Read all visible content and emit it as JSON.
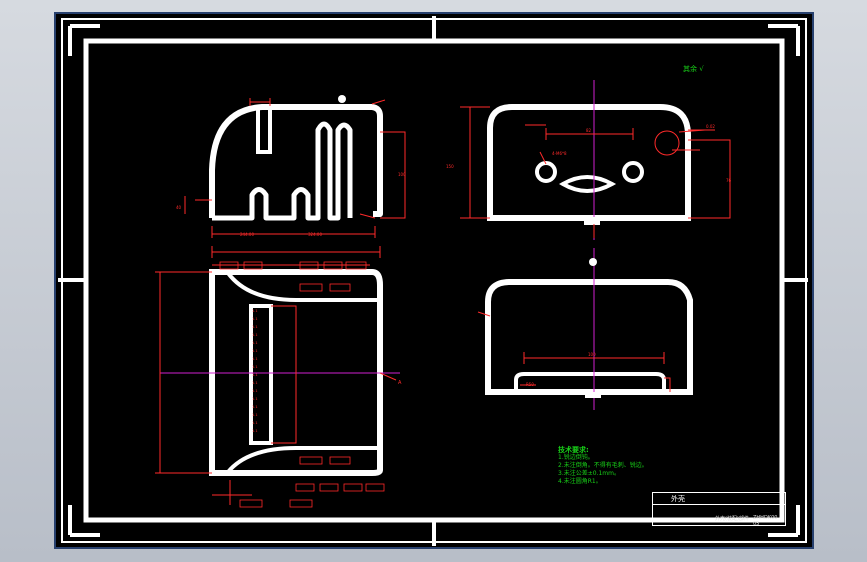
{
  "title_block": {
    "name": "外壳",
    "part_code": "外壳(装配)部件",
    "drawing_no": "ZHHDK00-05"
  },
  "technical_requirements": {
    "heading": "技术要求:",
    "items": [
      "1.锐边倒钝。",
      "2.未注倒角。不得有毛刺、锐边。",
      "3.未注公差±0.1mm。",
      "4.未注圆角R1。"
    ]
  },
  "roughness_note": "其余",
  "section_label": "A",
  "colors": {
    "frame": "#ffffff",
    "dimension": "#ff2a2a",
    "centerline": "#d020d0",
    "annotation": "#18d018",
    "background": "#000000",
    "border": "#27406e"
  }
}
